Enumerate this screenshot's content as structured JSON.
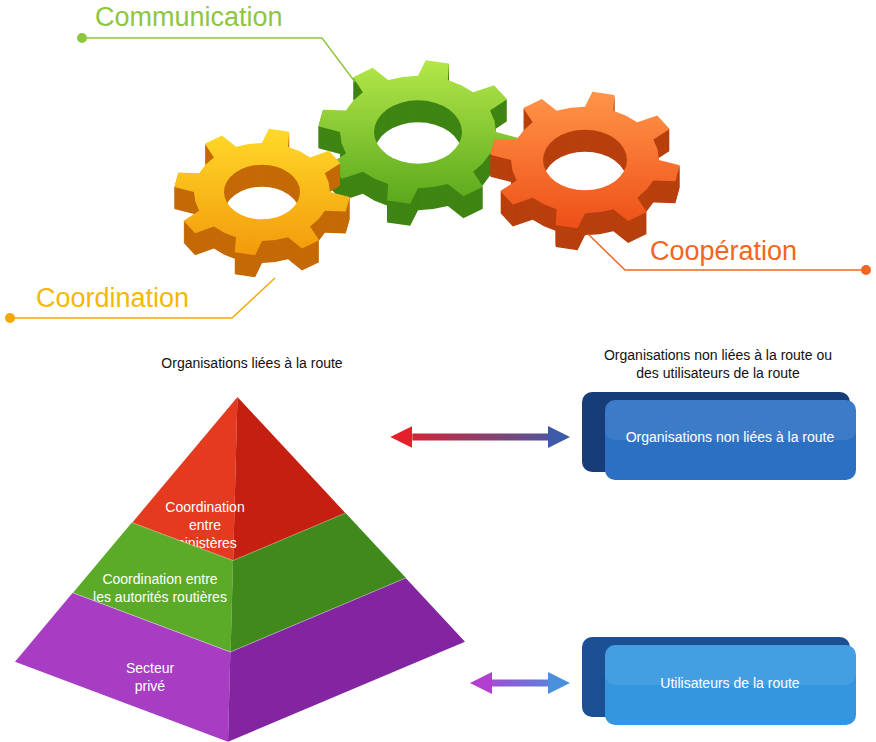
{
  "diagram": {
    "nodes": [
      {
        "text": [
          "Coordination entre ministères"
        ]
      },
      {
        "text": [
          "Organisations non liées à la route"
        ]
      },
      {
        "text": [
          "Coordination entre les autorités routières"
        ]
      },
      {
        "text": [
          "Secteur privé"
        ]
      },
      {
        "text": [
          "Utilisateurs de la route"
        ]
      }
    ],
    "edges": [
      {
        "from": 0,
        "to": 1,
        "arrow": "both"
      },
      {
        "from": 3,
        "to": 4,
        "arrow": "both"
      }
    ],
    "labels": [
      "Communication",
      "Coordination",
      "Coopération",
      "Organisations liées à la route",
      "Organisations non liées à la route ou des utilisateurs de la route"
    ]
  }
}
